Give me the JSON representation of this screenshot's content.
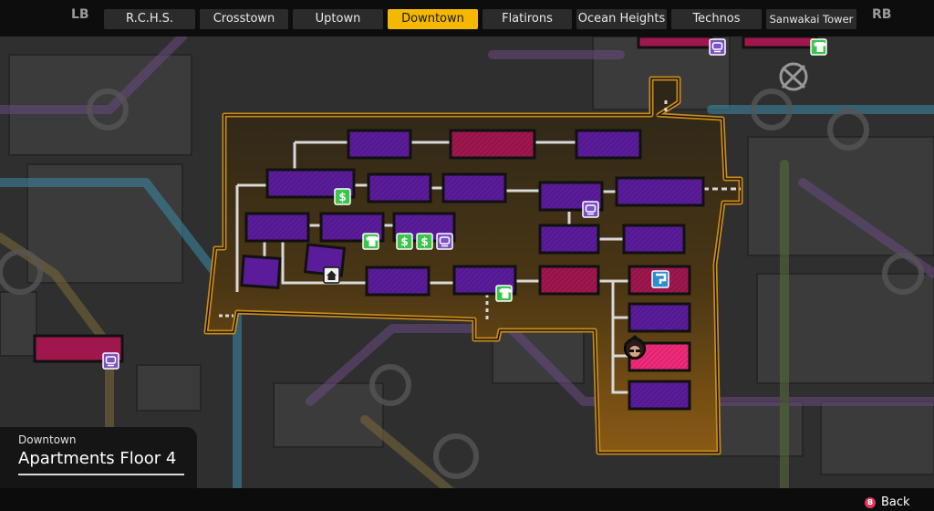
{
  "shoulder_left": "LB",
  "shoulder_right": "RB",
  "tabs": [
    {
      "label": "R.C.H.S.",
      "active": false
    },
    {
      "label": "Crosstown",
      "active": false
    },
    {
      "label": "Uptown",
      "active": false
    },
    {
      "label": "Downtown",
      "active": true
    },
    {
      "label": "Flatirons",
      "active": false
    },
    {
      "label": "Ocean Heights",
      "active": false
    },
    {
      "label": "Technos",
      "active": false
    },
    {
      "label": "Sanwakai Tower",
      "active": false
    }
  ],
  "location": {
    "area": "Downtown",
    "name": "Apartments Floor 4"
  },
  "back": {
    "button": "B",
    "label": "Back"
  },
  "colors": {
    "tab_active": "#f5b800",
    "floor_fill": "#3a2e1c",
    "floor_outline": "#c98a17",
    "room_fill": "#5b1c9c",
    "room_special_fill": "#a0174e",
    "room_current_fill": "#f02a7a",
    "shop_icon": "#3cc44c",
    "vendor_icon": "#7a52c4",
    "save_icon": "#2e8fd0"
  },
  "icons": {
    "cash": "dollar-shop-icon",
    "clothes": "shirt-shop-icon",
    "food": "vending-icon",
    "home": "home-icon",
    "save": "save-icon",
    "gang": "gang-emblem-icon",
    "player": "player-avatar-icon"
  }
}
